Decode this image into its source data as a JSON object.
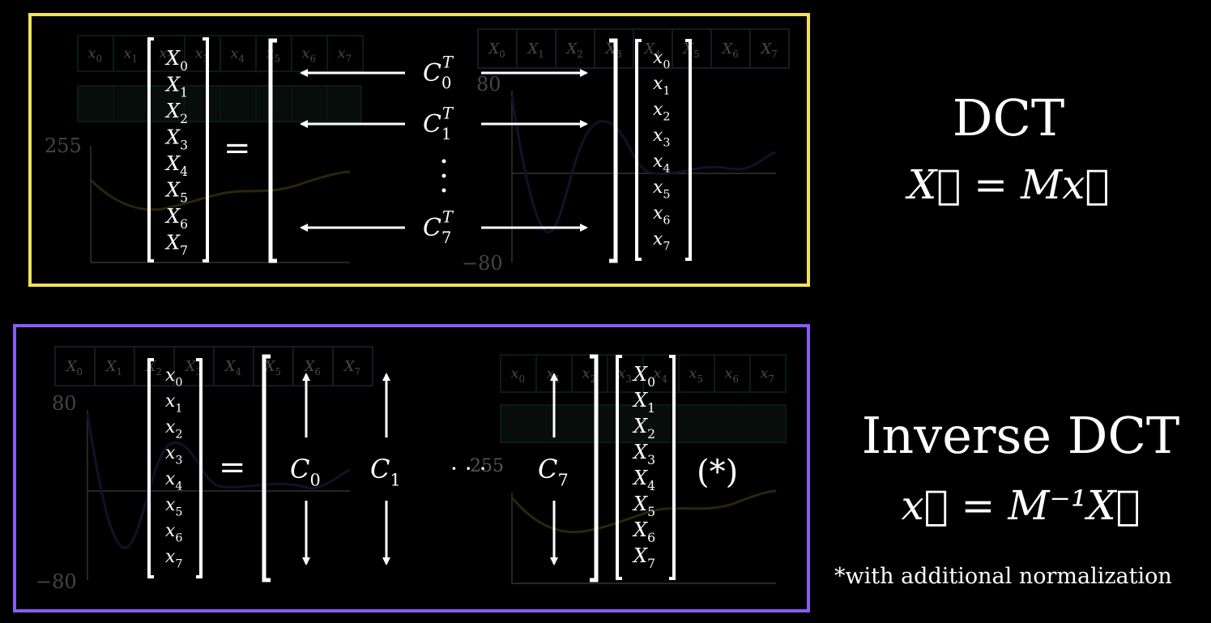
{
  "right_panel": {
    "dct_title": "DCT",
    "dct_equation": "X⃗ = Mx⃗",
    "inverse_title": "Inverse DCT",
    "inverse_equation": "x⃗ = M⁻¹X⃗",
    "note": "*with additional normalization"
  },
  "top_box": {
    "border_color": "#f3e15b",
    "lhs_vector": [
      "X0",
      "X1",
      "X2",
      "X3",
      "X4",
      "X5",
      "X6",
      "X7"
    ],
    "equals": "=",
    "rows": [
      "C0T",
      "C1T",
      "C7T"
    ],
    "rhs_vector": [
      "x0",
      "x1",
      "x2",
      "x3",
      "x4",
      "x5",
      "x6",
      "x7"
    ],
    "bg_spatial_cells": [
      "x0",
      "x1",
      "x2",
      "x3",
      "x4",
      "x5",
      "x6",
      "x7"
    ],
    "bg_freq_cells": [
      "X0",
      "X1",
      "X2",
      "X3",
      "X4",
      "X5",
      "X6",
      "X7"
    ],
    "bg_axis_left": "255",
    "bg_axis_top": "80",
    "bg_axis_bottom": "−80"
  },
  "bottom_box": {
    "border_color": "#8a5cf5",
    "lhs_vector": [
      "x0",
      "x1",
      "x2",
      "x3",
      "x4",
      "x5",
      "x6",
      "x7"
    ],
    "equals": "=",
    "columns": [
      "C0",
      "C1",
      "C7"
    ],
    "rhs_vector": [
      "X0",
      "X1",
      "X2",
      "X3",
      "X4",
      "X5",
      "X6",
      "X7"
    ],
    "star": "(*)",
    "dots": "· · ·",
    "bg_freq_cells": [
      "X0",
      "X1",
      "X2",
      "X3",
      "X4",
      "X5",
      "X6",
      "X7"
    ],
    "bg_spatial_cells": [
      "x0",
      "x1",
      "x2",
      "x3",
      "x4",
      "x5",
      "x6",
      "x7"
    ],
    "bg_axis_top": "80",
    "bg_axis_bottom": "−80",
    "bg_axis_mid": "255"
  }
}
